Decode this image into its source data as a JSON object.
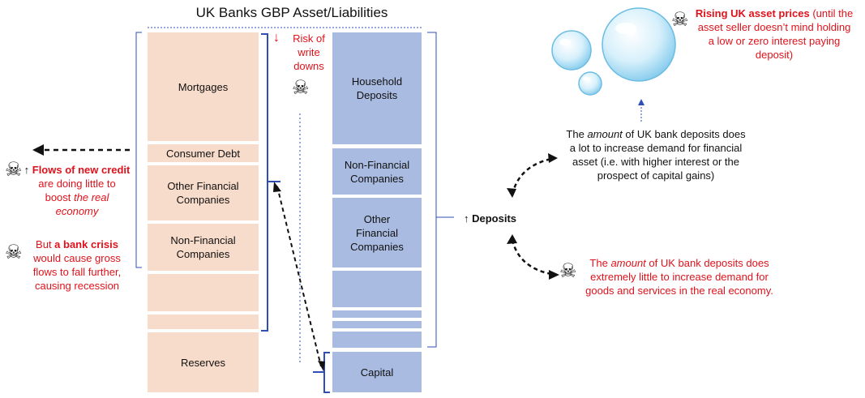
{
  "title": "UK Banks GBP Asset/Liabilities",
  "assets": {
    "mortgages": "Mortgages",
    "consumer_debt": "Consumer Debt",
    "other_financial": "Other Financial Companies",
    "non_financial": "Non-Financial Companies",
    "reserves": "Reserves"
  },
  "liabilities": {
    "household": "Household Deposits",
    "non_financial": "Non-Financial Companies",
    "other_financial": "Other Financial Companies",
    "capital": "Capital"
  },
  "risk": {
    "arrow": "↓",
    "text": "Risk of write downs"
  },
  "left_notes": {
    "flows_arrow": "↑",
    "flows_bold": "Flows of new credit",
    "flows_rest_1": "are doing little to",
    "flows_rest_2a": "boost ",
    "flows_rest_2b": "the real",
    "flows_rest_3": "economy",
    "crisis_a": "But ",
    "crisis_bold": "a bank crisis",
    "crisis_rest_1": "would cause gross",
    "crisis_rest_2": "flows to fall further,",
    "crisis_rest_3": "causing recession"
  },
  "deposits_label": "↑ Deposits",
  "middle_note": {
    "line1_a": "The ",
    "line1_em": "amount",
    "line1_b": " of UK bank deposits does",
    "line2": "a lot to increase demand for financial",
    "line3": "asset (i.e. with higher interest or the",
    "line4": "prospect of capital gains)"
  },
  "bottom_note": {
    "line1_a": "The ",
    "line1_em": "amount",
    "line1_b": " of UK bank deposits does",
    "line2": "extremely little to increase demand for",
    "line3": "goods and services in the real economy."
  },
  "top_note": {
    "bold": "Rising UK asset prices",
    "rest_1": " (until the",
    "line2": "asset seller doesn’t mind holding",
    "line3": "a low or zero interest paying",
    "line4": "deposit)"
  },
  "icons": {
    "skull": "☠",
    "bubble": "bubble-icon"
  },
  "colors": {
    "asset_fill": "#f8dccb",
    "liability_fill": "#a9bbe1",
    "bracket": "#2f4fb5",
    "red_text": "#e0121b"
  }
}
